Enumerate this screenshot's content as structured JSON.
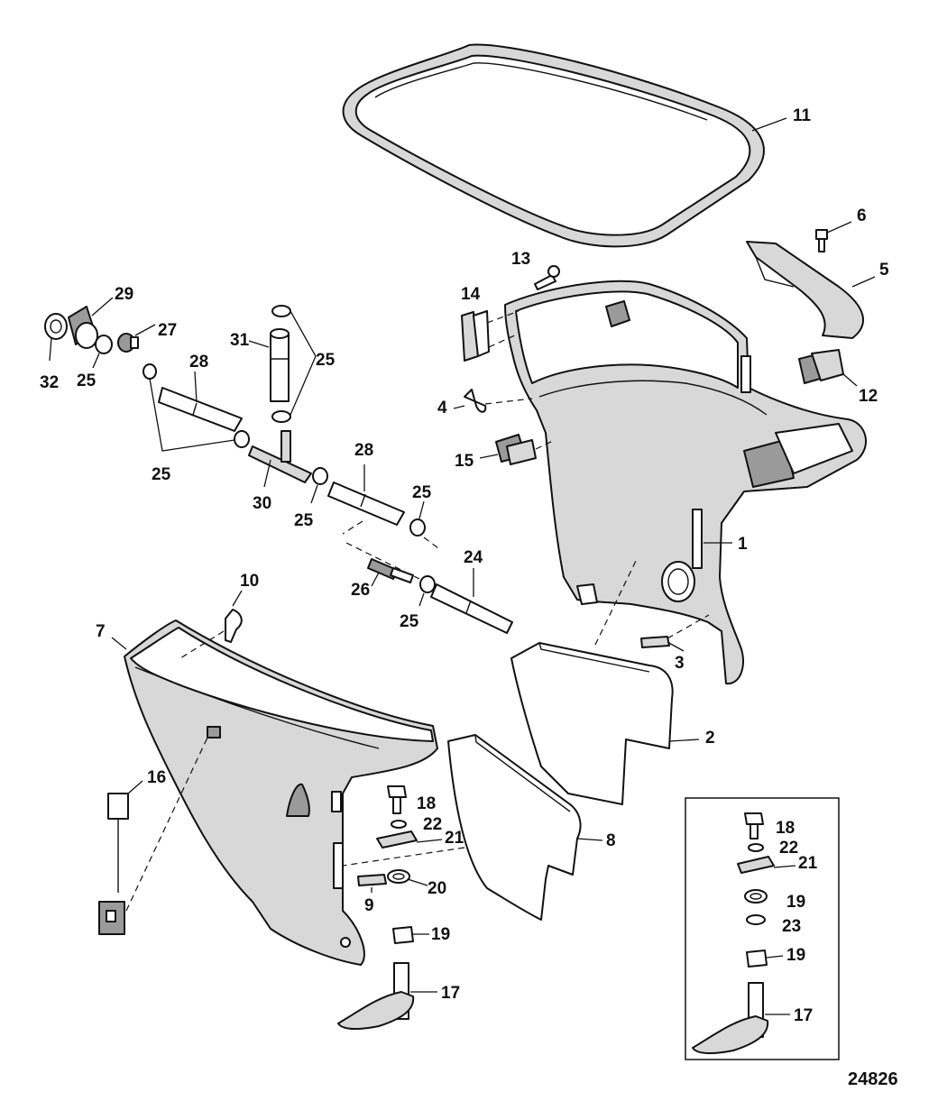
{
  "figure_number": "24826",
  "callouts": {
    "c1": "1",
    "c2": "2",
    "c3": "3",
    "c4": "4",
    "c5": "5",
    "c6": "6",
    "c7": "7",
    "c8": "8",
    "c9": "9",
    "c10": "10",
    "c11": "11",
    "c12": "12",
    "c13": "13",
    "c14": "14",
    "c15": "15",
    "c16": "16",
    "c17": "17",
    "c18": "18",
    "c19": "19",
    "c20": "20",
    "c21": "21",
    "c22": "22",
    "c23": "23",
    "c24": "24",
    "c25": "25",
    "c26": "26",
    "c27": "27",
    "c28": "28",
    "c29": "29",
    "c30": "30",
    "c31": "31",
    "c32": "32"
  }
}
